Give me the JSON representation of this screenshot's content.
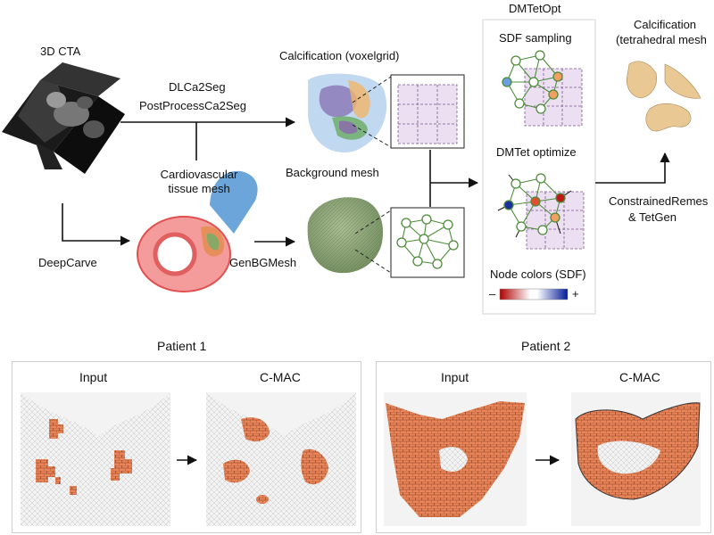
{
  "pipeline": {
    "input_label": "3D CTA",
    "seg_tool_1": "DLCa2Seg",
    "seg_tool_2": "PostProcessCa2Seg",
    "calc_voxel_label": "Calcification (voxelgrid)",
    "tissue_label_1": "Cardiovascular",
    "tissue_label_2": "tissue mesh",
    "deepcarve_label": "DeepCarve",
    "genbg_label": "GenBGMesh",
    "bg_mesh_label": "Background mesh",
    "dmtetopt_title": "DMTetOpt",
    "sdf_sampling_label": "SDF sampling",
    "dmtet_optimize_label": "DMTet optimize",
    "node_colors_label": "Node colors (SDF)",
    "minus_sign": "–",
    "plus_sign": "+",
    "output_label_1": "Calcification",
    "output_label_2": "(tetrahedral mesh",
    "remesh_label_1": "ConstrainedRemes",
    "remesh_label_2": "& TetGen"
  },
  "results": {
    "patient1": {
      "title": "Patient 1",
      "input_label": "Input",
      "output_label": "C-MAC"
    },
    "patient2": {
      "title": "Patient 2",
      "input_label": "Input",
      "output_label": "C-MAC"
    }
  },
  "colors": {
    "calc_orange": "#e8855a",
    "grid_lilac": "#ecdff2",
    "node_green": "#4d8c3a",
    "sdf_red": "#cc0000",
    "sdf_blue": "#001a99",
    "tissue_red": "#ee5a5a",
    "tissue_blue": "#5b9bd5",
    "bg_mesh_green": "#8fa878"
  }
}
